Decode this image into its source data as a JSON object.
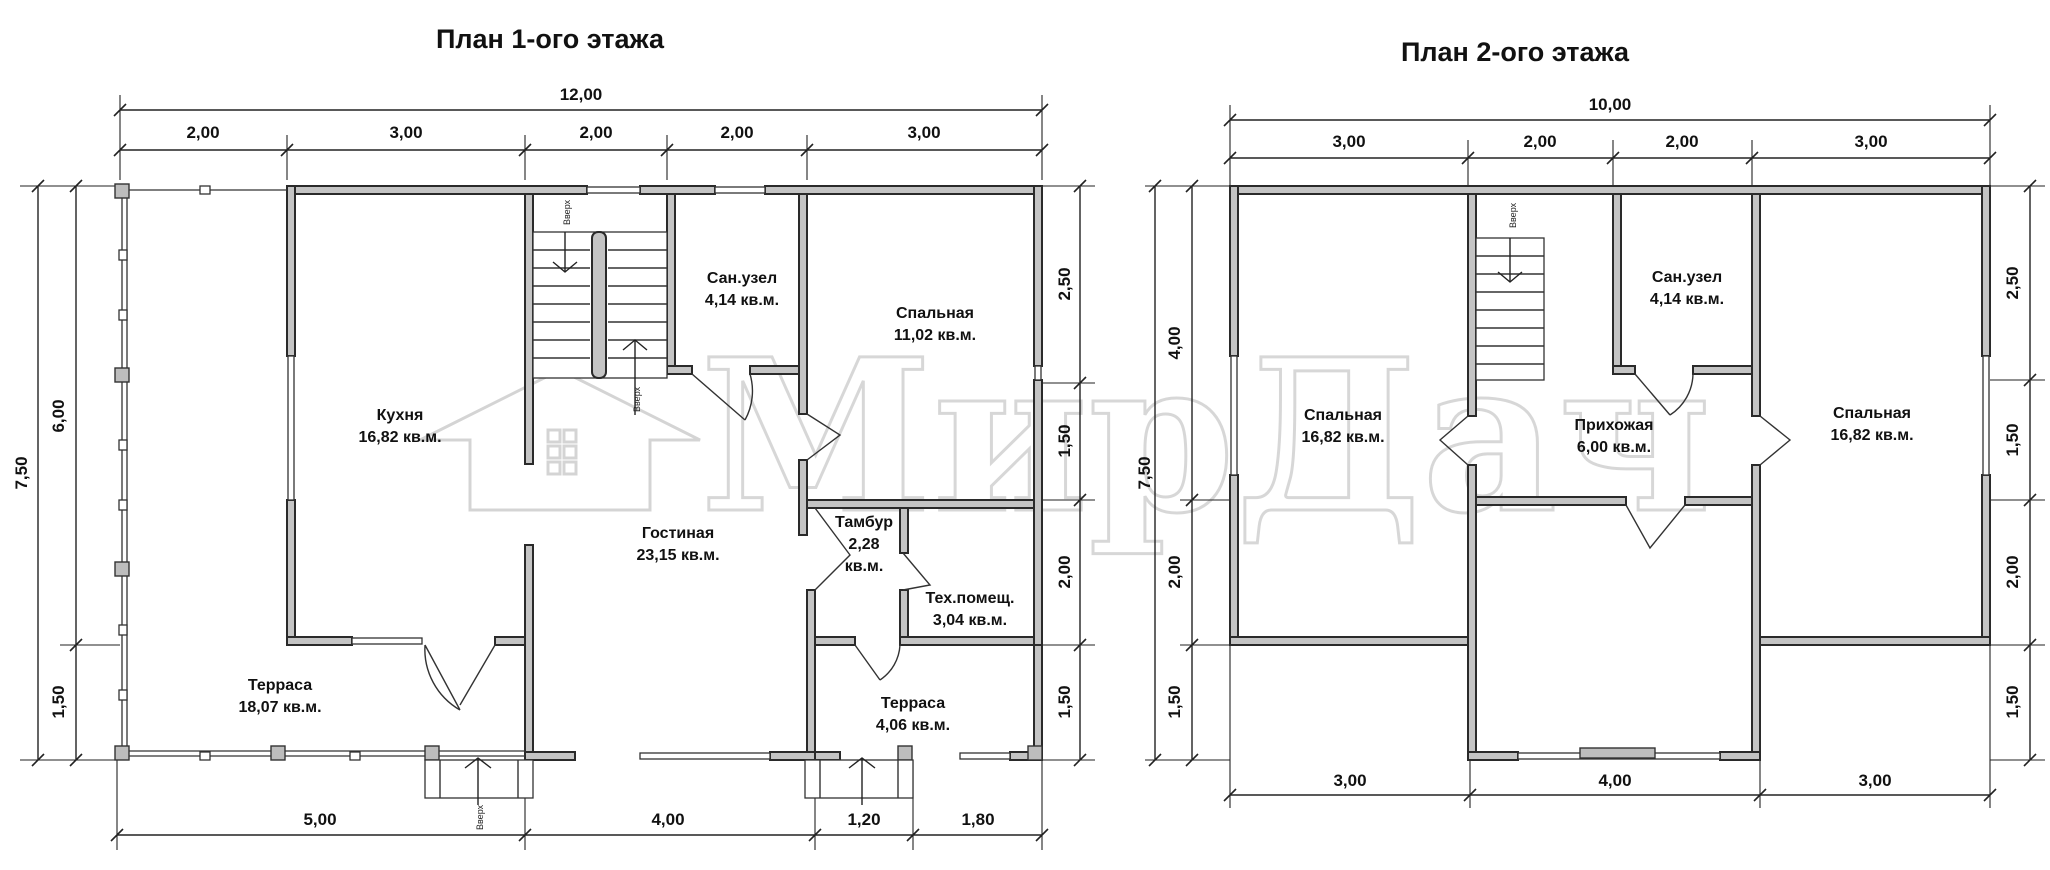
{
  "plan1": {
    "title": "План 1-ого этажа",
    "dims_top_total": "12,00",
    "dims_top": [
      "2,00",
      "3,00",
      "2,00",
      "2,00",
      "3,00"
    ],
    "dims_left_total": "7,50",
    "dims_left": [
      "6,00",
      "1,50"
    ],
    "dims_right": [
      "2,50",
      "1,50",
      "2,00",
      "1,50"
    ],
    "dims_bottom": [
      "5,00",
      "4,00",
      "1,20",
      "1,80"
    ],
    "stair_label": "Вверх",
    "rooms": {
      "kitchen": [
        "Кухня",
        "16,82 кв.м."
      ],
      "bath": [
        "Сан.узел",
        "4,14 кв.м."
      ],
      "bedroom": [
        "Спальная",
        "11,02 кв.м."
      ],
      "living": [
        "Гостиная",
        "23,15 кв.м."
      ],
      "vestibule": [
        "Тамбур",
        "2,28",
        "кв.м."
      ],
      "tech": [
        "Тех.помещ.",
        "3,04 кв.м."
      ],
      "terrace_left": [
        "Терраса",
        "18,07 кв.м."
      ],
      "terrace_right": [
        "Терраса",
        "4,06 кв.м."
      ]
    }
  },
  "plan2": {
    "title": "План 2-ого этажа",
    "dims_top_total": "10,00",
    "dims_top": [
      "3,00",
      "2,00",
      "2,00",
      "3,00"
    ],
    "dims_left_total": "7,50",
    "dims_left": [
      "4,00",
      "2,00",
      "1,50"
    ],
    "dims_right": [
      "2,50",
      "1,50",
      "2,00",
      "1,50"
    ],
    "dims_bottom": [
      "3,00",
      "4,00",
      "3,00"
    ],
    "stair_label": "Вверх",
    "rooms": {
      "bedroom_left": [
        "Спальная",
        "16,82 кв.м."
      ],
      "bath": [
        "Сан.узел",
        "4,14 кв.м."
      ],
      "hall": [
        "Прихожая",
        "6,00 кв.м."
      ],
      "bedroom_right": [
        "Спальная",
        "16,82 кв.м."
      ]
    }
  },
  "watermark": "МирДач"
}
